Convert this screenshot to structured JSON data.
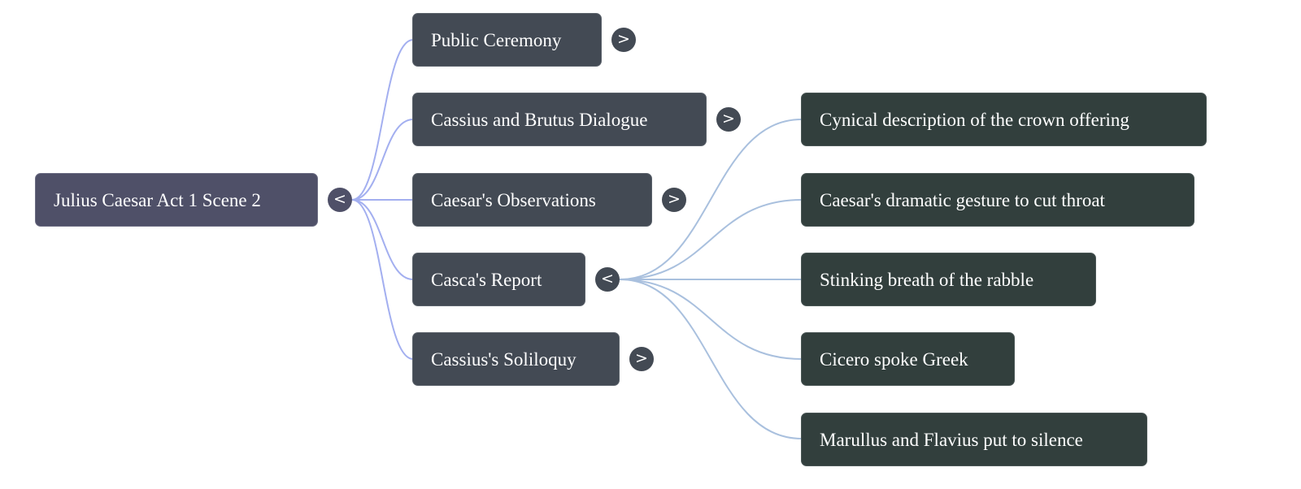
{
  "mindmap": {
    "root": {
      "label": "Julius Caesar Act 1 Scene 2",
      "toggle": "<",
      "toggle_state": "expanded"
    },
    "branches": [
      {
        "label": "Public Ceremony",
        "toggle": ">",
        "toggle_state": "collapsed",
        "children": []
      },
      {
        "label": "Cassius and Brutus Dialogue",
        "toggle": ">",
        "toggle_state": "collapsed",
        "children": []
      },
      {
        "label": "Caesar's Observations",
        "toggle": ">",
        "toggle_state": "collapsed",
        "children": []
      },
      {
        "label": "Casca's Report",
        "toggle": "<",
        "toggle_state": "expanded",
        "children": [
          {
            "label": "Cynical description of the crown offering"
          },
          {
            "label": "Caesar's dramatic gesture to cut throat"
          },
          {
            "label": "Stinking breath of the rabble"
          },
          {
            "label": "Cicero spoke Greek"
          },
          {
            "label": "Marullus and Flavius put to silence"
          }
        ]
      },
      {
        "label": "Cassius's Soliloquy",
        "toggle": ">",
        "toggle_state": "collapsed",
        "children": []
      }
    ],
    "colors": {
      "root_fill": "#4f5068",
      "branch_fill": "#434a54",
      "leaf_fill": "#323f3d",
      "root_link": "#a3aff0",
      "branch_link": "#a9c0de",
      "text": "#ffffff"
    }
  }
}
